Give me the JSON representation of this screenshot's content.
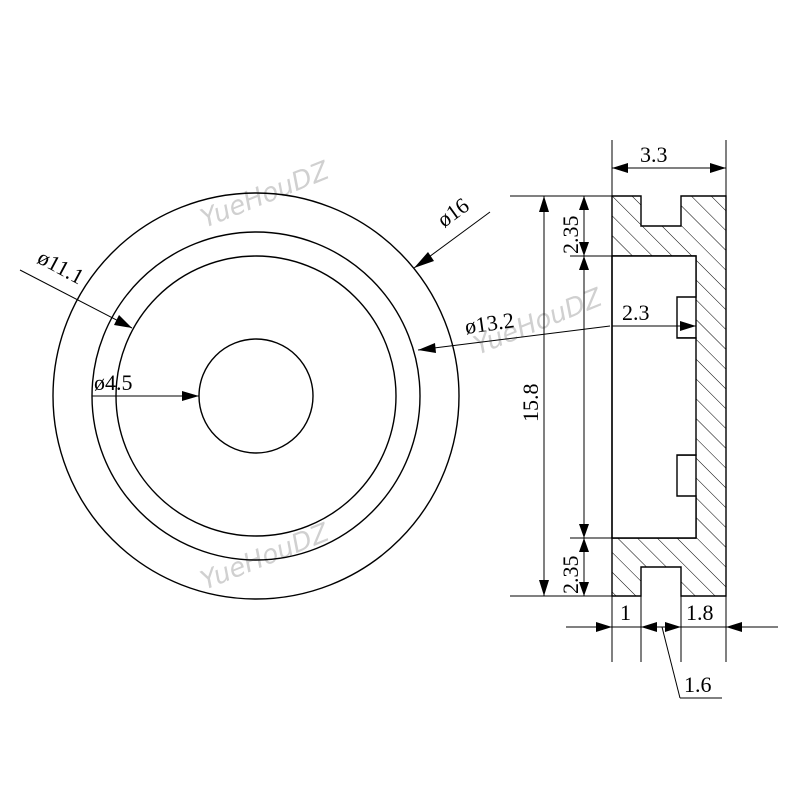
{
  "watermark": "YueHouDZ",
  "dimensions": {
    "outer_diameter": "ø16",
    "groove_diameter": "ø13.2",
    "inner_diameter": "ø11.1",
    "bore_diameter": "ø4.5",
    "total_width": "3.3",
    "total_height": "15.8",
    "groove_depth_top": "2.35",
    "groove_depth_bottom": "2.35",
    "recess_depth": "2.3",
    "flange_left": "1",
    "flange_right": "1.8",
    "groove_width": "1.6"
  }
}
